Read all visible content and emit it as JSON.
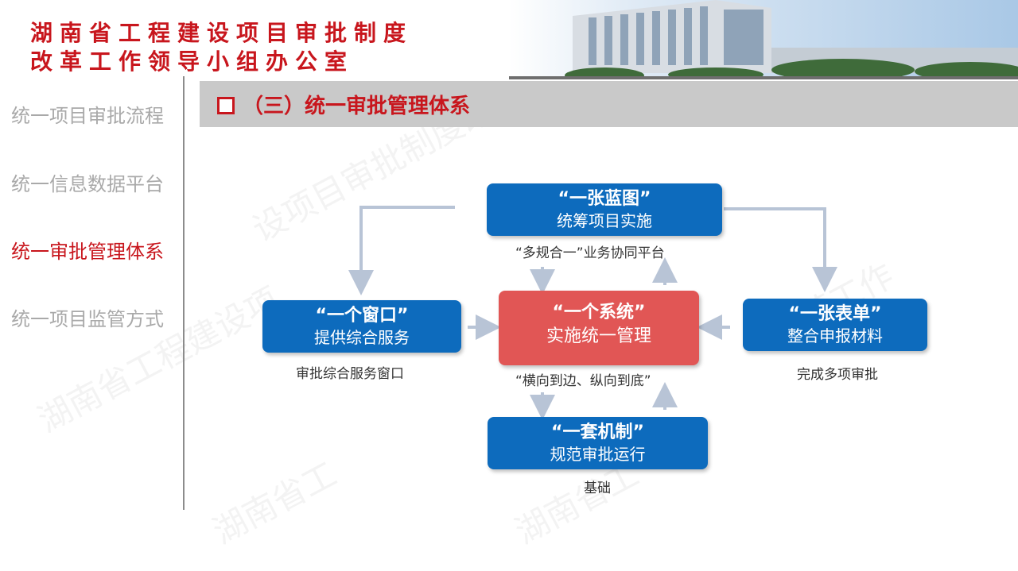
{
  "header": {
    "line1": "湖南省工程建设项目审批制度",
    "line2": "改革工作领导小组办公室"
  },
  "sidebar": {
    "items": [
      {
        "label": "统一项目审批流程",
        "active": false
      },
      {
        "label": "统一信息数据平台",
        "active": false
      },
      {
        "label": "统一审批管理体系",
        "active": true
      },
      {
        "label": "统一项目监管方式",
        "active": false
      }
    ]
  },
  "section": {
    "title": "（三）统一审批管理体系"
  },
  "diagram": {
    "top": {
      "title": "“一张蓝图”",
      "subtitle": "统筹项目实施",
      "caption": "“多规合一”业务协同平台"
    },
    "left": {
      "title": "“一个窗口”",
      "subtitle": "提供综合服务",
      "caption": "审批综合服务窗口"
    },
    "center": {
      "title": "“一个系统”",
      "subtitle": "实施统一管理",
      "caption": "“横向到边、纵向到底”"
    },
    "right": {
      "title": "“一张表单”",
      "subtitle": "整合申报材料",
      "caption": "完成多项审批"
    },
    "bottom": {
      "title": "“一套机制”",
      "subtitle": "规范审批运行",
      "caption": "基础"
    }
  },
  "colors": {
    "accent_red": "#c8161d",
    "box_blue": "#0d6bbd",
    "box_red": "#e15655",
    "arrow": "#b8c4d6"
  }
}
